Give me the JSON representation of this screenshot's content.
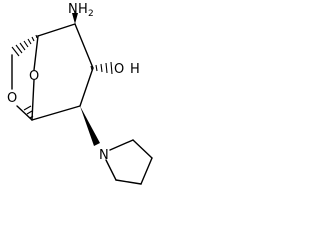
{
  "atoms": {
    "amino_N": "N",
    "amino_H": "H",
    "amino_count": "2",
    "hydroxyl_H": "H",
    "hydroxyl_O": "O",
    "bridge_O_upper": "O",
    "bridge_O_lower": "O",
    "pyrrolidine_N": "N"
  }
}
